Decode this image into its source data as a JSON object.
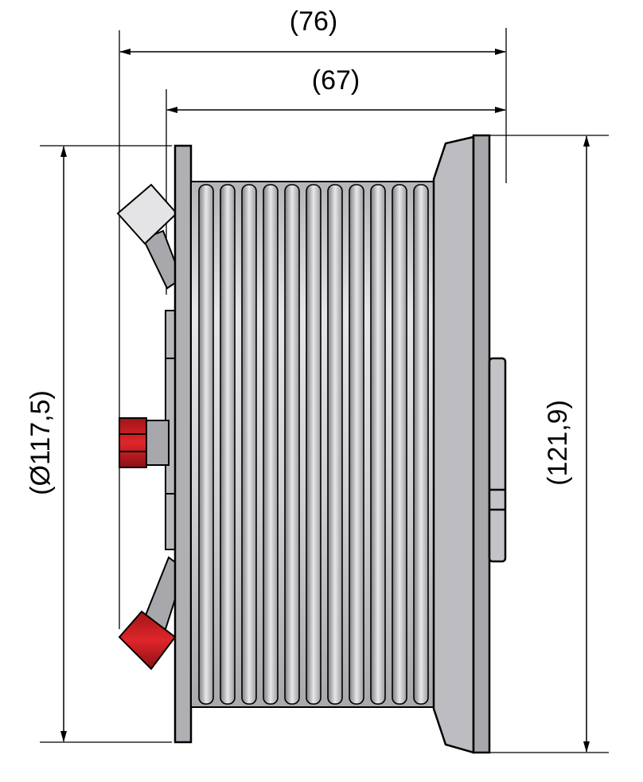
{
  "drawing": {
    "dimensions": {
      "overall_width": "(76)",
      "drum_width": "(67)",
      "flange_diameter": "(Ø117,5)",
      "overall_height": "(121,9)"
    },
    "colors": {
      "body": "#c9c9cc",
      "body_dark": "#8f8f94",
      "nut_red": "#e0262a",
      "outline": "#000000"
    }
  }
}
